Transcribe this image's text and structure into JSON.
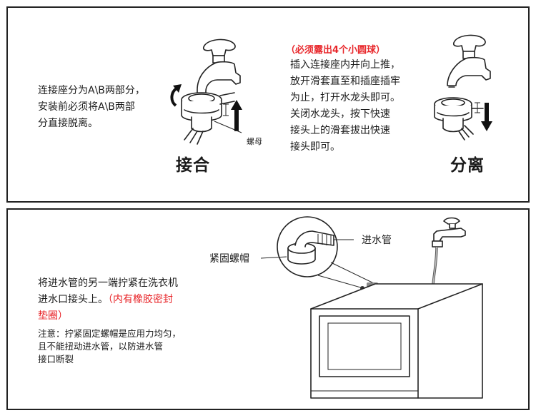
{
  "connect_section": {
    "intro_lines": [
      "连接座分为A\\B两部分，",
      "安装前必须将A\\B两部",
      "分直接脱离。"
    ],
    "nut_label": "螺母",
    "connect_title": "接合",
    "warning": "（必须露出4个小圆球）",
    "steps_lines": [
      "插入连接座内并向上推，",
      "放开滑套直至和插座插牢",
      "为止，打开水龙头即可。",
      "关闭水龙头，按下快速",
      "接头上的滑套拔出快速",
      "接头即可。"
    ],
    "separate_title": "分离"
  },
  "hose_section": {
    "instruction_lines": [
      "将进水管的另一端拧紧在洗衣机",
      "进水口接头上。"
    ],
    "seal_note_part1": "（内有橡胶密封",
    "seal_note_part2": "垫圈）",
    "caution_lines": [
      "注意：拧紧固定螺帽是应用力均匀，",
      "且不能扭动进水管，以防进水管",
      "接口断裂"
    ],
    "label_inlet_hose": "进水管",
    "label_fixing_nut": "紧固螺帽"
  }
}
